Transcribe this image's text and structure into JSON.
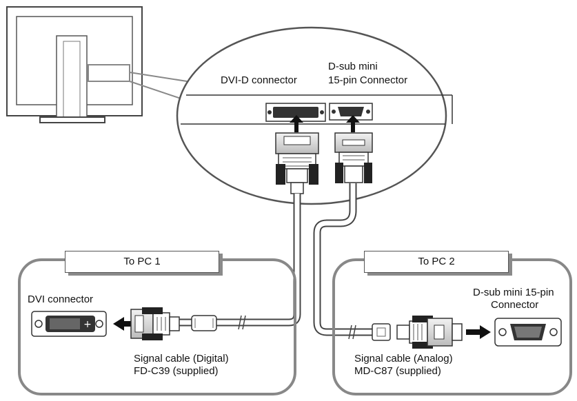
{
  "labels": {
    "dvi_d_connector": "DVI-D connector",
    "dsub_mini_line1": "D-sub mini",
    "dsub_mini_line2": "15-pin Connector",
    "to_pc1": "To PC 1",
    "to_pc2": "To PC 2",
    "dvi_connector": "DVI connector",
    "dsub_pc2_line1": "D-sub mini 15-pin",
    "dsub_pc2_line2": "Connector",
    "cable_digital_line1": "Signal cable (Digital)",
    "cable_digital_line2": "FD-C39 (supplied)",
    "cable_analog_line1": "Signal cable (Analog)",
    "cable_analog_line2": "MD-C87 (supplied)"
  }
}
